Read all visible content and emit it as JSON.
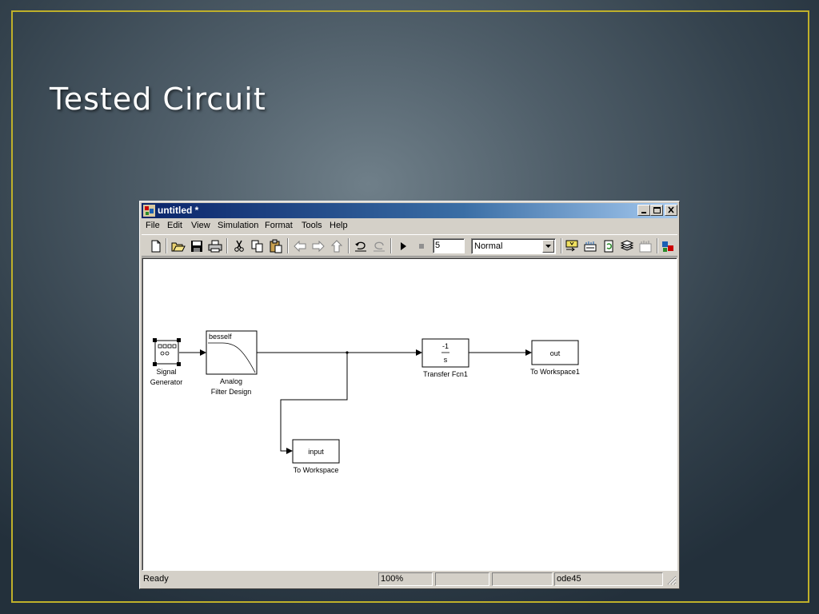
{
  "slide": {
    "title": "Tested Circuit"
  },
  "window": {
    "title": "untitled *",
    "menu": [
      "File",
      "Edit",
      "View",
      "Simulation",
      "Format",
      "Tools",
      "Help"
    ],
    "toolbar": {
      "stop_time": "5",
      "sim_mode": "Normal"
    },
    "status": {
      "state": "Ready",
      "zoom": "100%",
      "solver": "ode45"
    }
  },
  "model": {
    "blocks": {
      "signal_generator": {
        "label_line1": "Signal",
        "label_line2": "Generator"
      },
      "analog_filter": {
        "text": "besself",
        "label_line1": "Analog",
        "label_line2": "Filter Design"
      },
      "transfer_fcn": {
        "numerator": "-1",
        "denominator": "s",
        "label": "Transfer Fcn1"
      },
      "to_workspace1": {
        "text": "out",
        "label": "To Workspace1"
      },
      "to_workspace": {
        "text": "input",
        "label": "To Workspace"
      }
    }
  },
  "colors": {
    "frame": "#bfb02a",
    "titlebar_start": "#0a246a",
    "window_bg": "#d4d0c8"
  }
}
